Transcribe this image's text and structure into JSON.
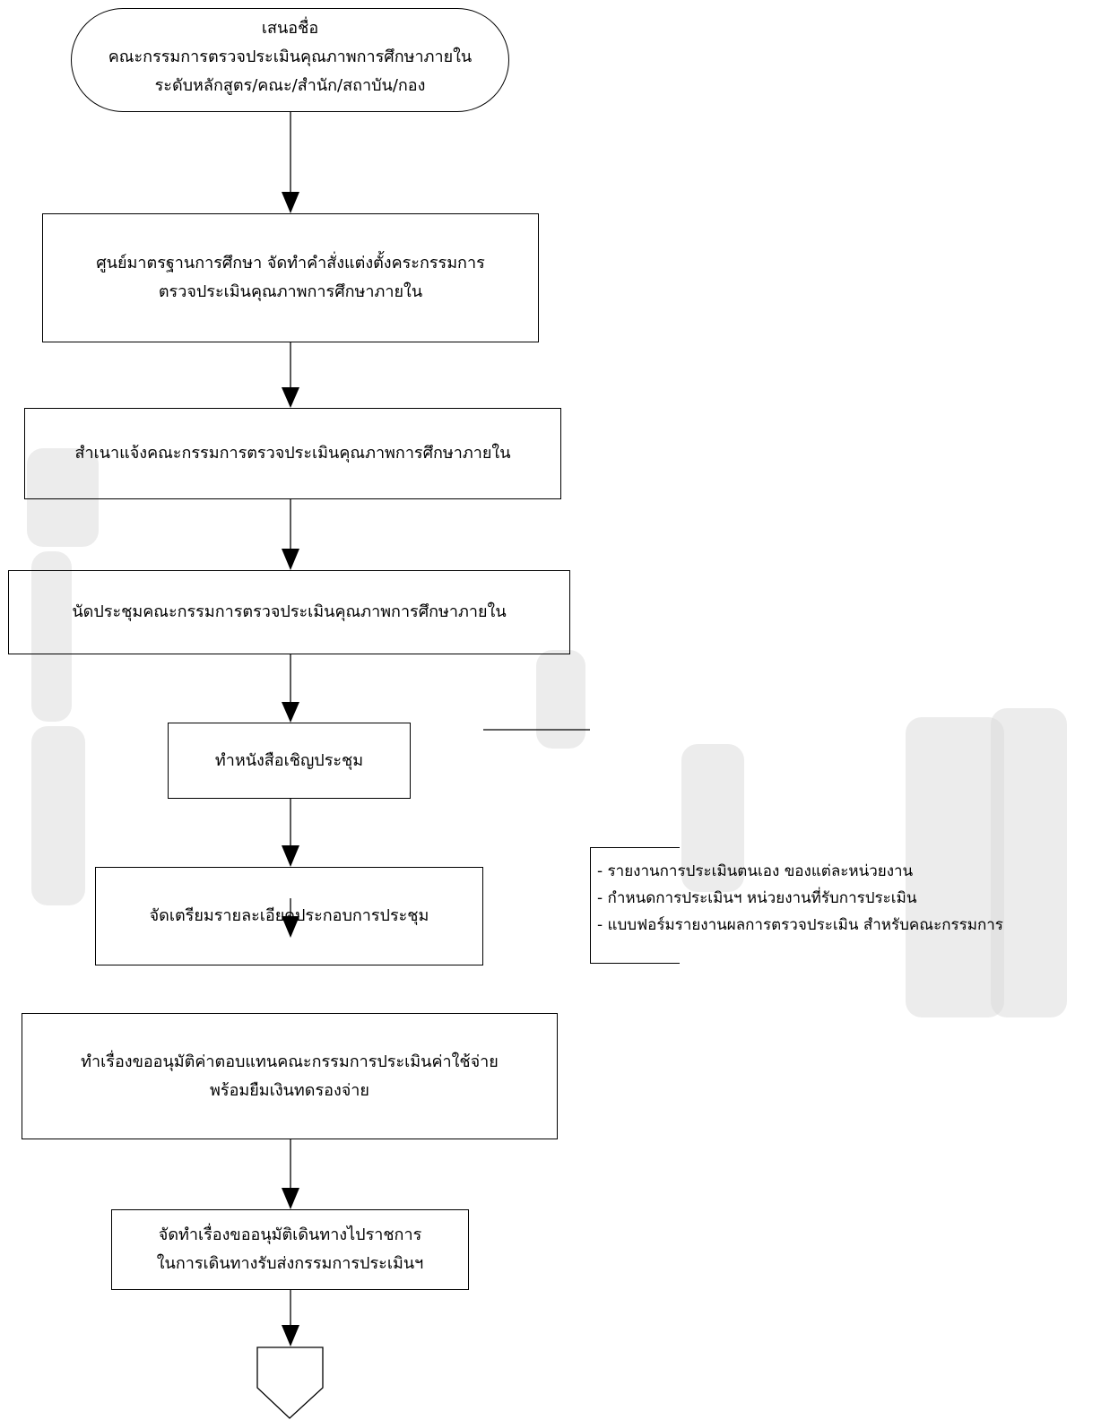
{
  "flowchart": {
    "start": {
      "lines": [
        "เสนอชื่อ",
        "คณะกรรมการตรวจประเมินคุณภาพการศึกษาภายใน",
        "ระดับหลักสูตร/คณะ/สำนัก/สถาบัน/กอง"
      ]
    },
    "steps": [
      {
        "lines": [
          "ศูนย์มาตรฐานการศึกษา จัดทำคำสั่งแต่งตั้งคระกรรมการ",
          "ตรวจประเมินคุณภาพการศึกษาภายใน"
        ]
      },
      {
        "lines": [
          "สำเนาแจ้งคณะกรรมการตรวจประเมินคุณภาพการศึกษาภายใน"
        ]
      },
      {
        "lines": [
          "นัดประชุมคณะกรรมการตรวจประเมินคุณภาพการศึกษาภายใน"
        ]
      },
      {
        "lines": [
          "ทำหนังสือเชิญประชุม"
        ]
      },
      {
        "lines": [
          "จัดเตรียมรายละเอียดประกอบการประชุม"
        ]
      },
      {
        "lines": [
          "ทำเรื่องขออนุมัติค่าตอบแทนคณะกรรมการประเมินค่าใช้จ่าย",
          "พร้อมยืมเงินทดรองจ่าย"
        ]
      },
      {
        "lines": [
          "จัดทำเรื่องขออนุมัติเดินทางไปราชการ",
          "ในการเดินทางรับส่งกรรมการประเมินฯ"
        ]
      }
    ],
    "annotation": {
      "lines": [
        "- รายงานการประเมินตนเอง ของแต่ละหน่วยงาน",
        "- กำหนดการประเมินฯ หน่วยงานที่รับการประเมิน",
        "-  แบบฟอร์มรายงานผลการตรวจประเมิน สำหรับคณะกรรมการ"
      ]
    }
  }
}
